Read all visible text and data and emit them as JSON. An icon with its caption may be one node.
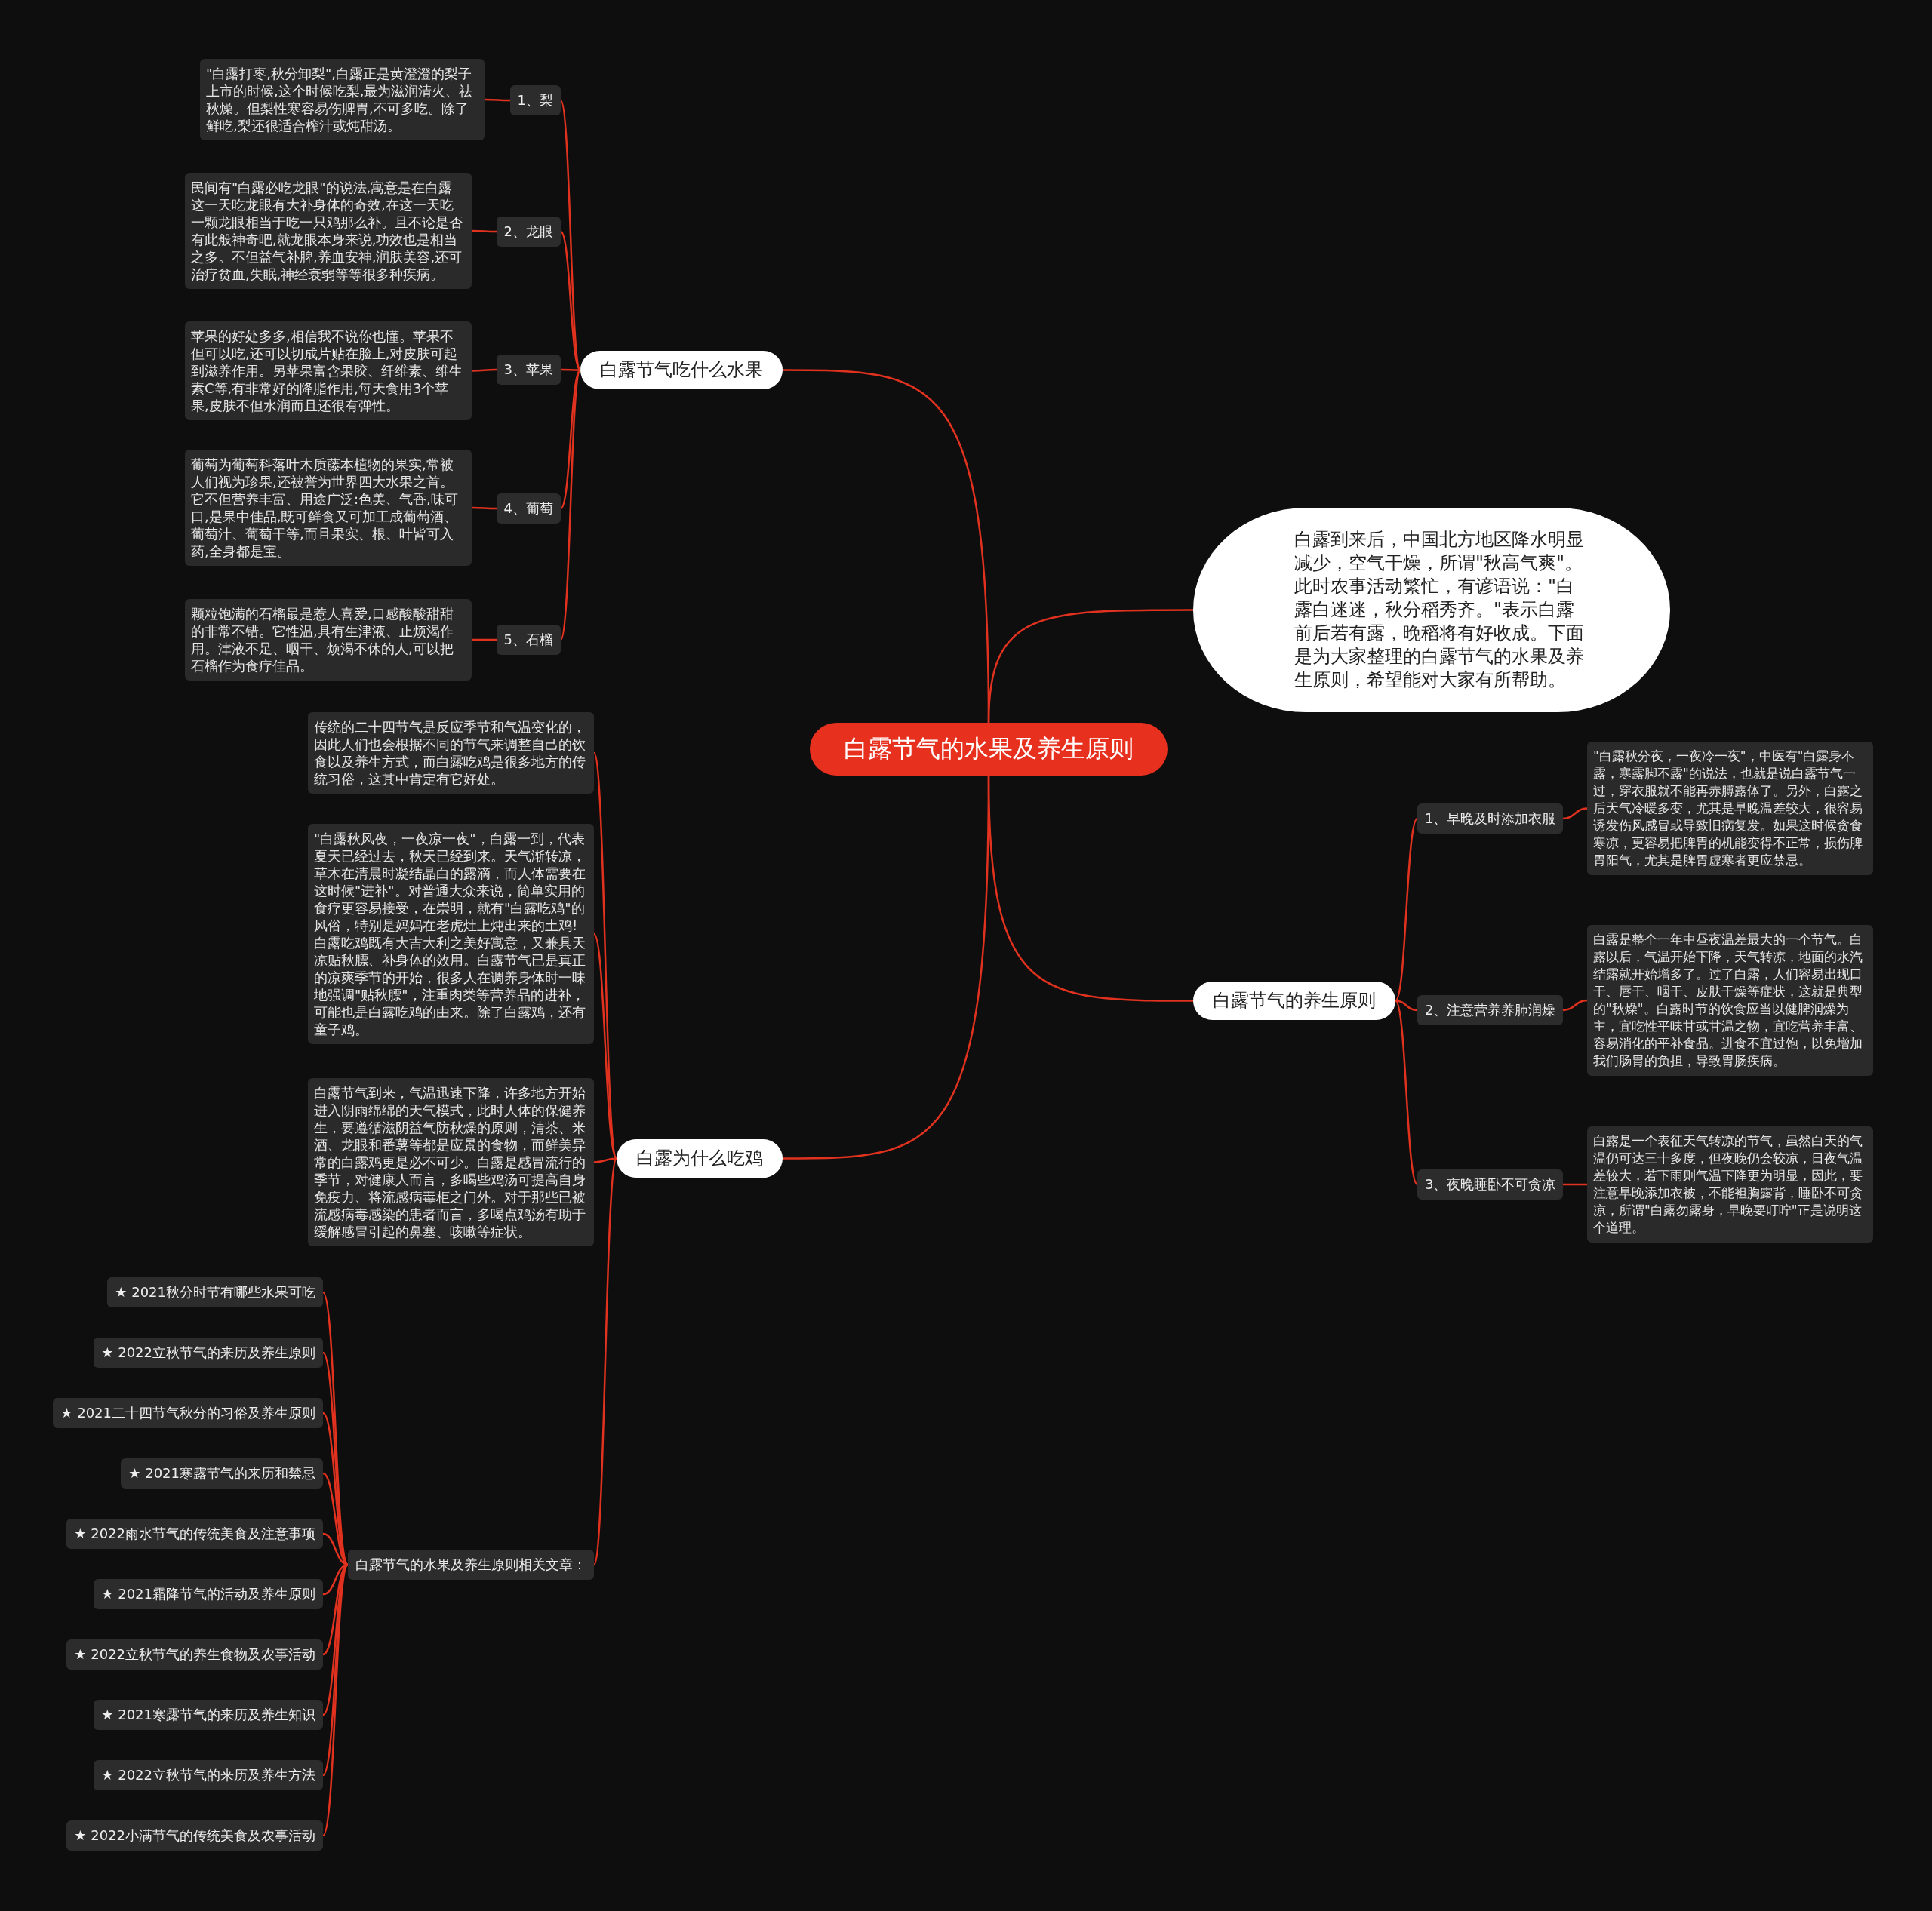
{
  "diagram": {
    "nodes": [
      {
        "text": [
          "白露节气的水果及养生原则"
        ]
      },
      {
        "text": [
          "白露到来后，中国北方地区降水明显减少，空气干燥，所谓\"秋高气爽\"。此时农事活动繁忙，有谚语说：\"白露白迷迷，秋分稻秀齐。\"表示白露前后若有露，晚稻将有好收成。下面是为大家整理的白露节气的水果及养生原则，希望能对大家有所帮助。"
        ]
      },
      {
        "text": [
          "白露节气吃什么水果"
        ]
      },
      {
        "text": [
          "1、梨"
        ]
      },
      {
        "text": [
          "\"白露打枣,秋分卸梨\",白露正是黄澄澄的梨子上市的时候,这个时候吃梨,最为滋润清火、祛秋燥。但梨性寒容易伤脾胃,不可多吃。除了鲜吃,梨还很适合榨汁或炖甜汤。"
        ]
      },
      {
        "text": [
          "2、龙眼"
        ]
      },
      {
        "text": [
          "民间有\"白露必吃龙眼\"的说法,寓意是在白露这一天吃龙眼有大补身体的奇效,在这一天吃一颗龙眼相当于吃一只鸡那么补。且不论是否有此般神奇吧,就龙眼本身来说,功效也是相当之多。不但益气补脾,养血安神,润肤美容,还可治疗贫血,失眠,神经衰弱等等很多种疾病。"
        ]
      },
      {
        "text": [
          "3、苹果"
        ]
      },
      {
        "text": [
          "苹果的好处多多,相信我不说你也懂。苹果不但可以吃,还可以切成片贴在脸上,对皮肤可起到滋养作用。另苹果富含果胶、纤维素、维生素C等,有非常好的降脂作用,每天食用3个苹果,皮肤不但水润而且还很有弹性。"
        ]
      },
      {
        "text": [
          "4、葡萄"
        ]
      },
      {
        "text": [
          "葡萄为葡萄科落叶木质藤本植物的果实,常被人们视为珍果,还被誉为世界四大水果之首。它不但营养丰富、用途广泛:色美、气香,味可口,是果中佳品,既可鲜食又可加工成葡萄酒、葡萄汁、葡萄干等,而且果实、根、叶皆可入药,全身都是宝。"
        ]
      },
      {
        "text": [
          "5、石榴"
        ]
      },
      {
        "text": [
          "颗粒饱满的石榴最是惹人喜爱,口感酸酸甜甜的非常不错。它性温,具有生津液、止烦渴作用。津液不足、咽干、烦渴不休的人,可以把石榴作为食疗佳品。"
        ]
      },
      {
        "text": [
          "白露为什么吃鸡"
        ]
      },
      {
        "text": [
          "传统的二十四节气是反应季节和气温变化的，因此人们也会根据不同的节气来调整自己的饮食以及养生方式，而白露吃鸡是很多地方的传统习俗，这其中肯定有它好处。"
        ]
      },
      {
        "text": [
          "\"白露秋风夜，一夜凉一夜\"，白露一到，代表夏天已经过去，秋天已经到来。天气渐转凉，草木在清晨时凝结晶白的露滴，而人体需要在这时候\"进补\"。对普通大众来说，简单实用的食疗更容易接受，在崇明，就有\"白露吃鸡\"的风俗，特别是妈妈在老虎灶上炖出来的土鸡!白露吃鸡既有大吉大利之美好寓意，又兼具天凉贴秋膘、补身体的效用。白露节气已是真正的凉爽季节的开始，很多人在调养身体时一味地强调\"贴秋膘\"，注重肉类等营养品的进补，可能也是白露吃鸡的由来。除了白露鸡，还有童子鸡。"
        ]
      },
      {
        "text": [
          "白露节气到来，气温迅速下降，许多地方开始进入阴雨绵绵的天气模式，此时人体的保健养生，要遵循滋阴益气防秋燥的原则，清茶、米酒、龙眼和番薯等都是应景的食物，而鲜美异常的白露鸡更是必不可少。白露是感冒流行的季节，对健康人而言，多喝些鸡汤可提高自身免疫力、将流感病毒柜之门外。对于那些已被流感病毒感染的患者而言，多喝点鸡汤有助于缓解感冒引起的鼻塞、咳嗽等症状。"
        ]
      },
      {
        "text": [
          "白露节气的水果及养生原则相关文章："
        ]
      },
      {
        "text": [
          "★ 2021秋分时节有哪些水果可吃"
        ]
      },
      {
        "text": [
          "★ 2022立秋节气的来历及养生原则"
        ]
      },
      {
        "text": [
          "★ 2021二十四节气秋分的习俗及养生原则"
        ]
      },
      {
        "text": [
          "★ 2021寒露节气的来历和禁忌"
        ]
      },
      {
        "text": [
          "★ 2022雨水节气的传统美食及注意事项"
        ]
      },
      {
        "text": [
          "★ 2021霜降节气的活动及养生原则"
        ]
      },
      {
        "text": [
          "★ 2022立秋节气的养生食物及农事活动"
        ]
      },
      {
        "text": [
          "★ 2021寒露节气的来历及养生知识"
        ]
      },
      {
        "text": [
          "★ 2022立秋节气的来历及养生方法"
        ]
      },
      {
        "text": [
          "★ 2022小满节气的传统美食及农事活动"
        ]
      },
      {
        "text": [
          "白露节气的养生原则"
        ]
      },
      {
        "text": [
          "1、早晚及时添加衣服"
        ]
      },
      {
        "text": [
          "\"白露秋分夜，一夜冷一夜\"，中医有\"白露身不露，寒露脚不露\"的说法，也就是说白露节气一过，穿衣服就不能再赤膊露体了。另外，白露之后天气冷暖多变，尤其是早晚温差较大，很容易诱发伤风感冒或导致旧病复发。如果这时候贪食寒凉，更容易把脾胃的机能变得不正常，损伤脾胃阳气，尤其是脾胃虚寒者更应禁忌。"
        ]
      },
      {
        "text": [
          "2、注意营养养肺润燥"
        ]
      },
      {
        "text": [
          "白露是整个一年中昼夜温差最大的一个节气。白露以后，气温开始下降，天气转凉，地面的水汽结露就开始增多了。过了白露，人们容易出现口干、唇干、咽干、皮肤干燥等症状，这就是典型的\"秋燥\"。白露时节的饮食应当以健脾润燥为主，宜吃性平味甘或甘温之物，宜吃营养丰富、容易消化的平补食品。进食不宜过饱，以免增加我们肠胃的负担，导致胃肠疾病。"
        ]
      },
      {
        "text": [
          "3、夜晚睡卧不可贪凉"
        ]
      },
      {
        "text": [
          "白露是一个表征天气转凉的节气，虽然白天的气温仍可达三十多度，但夜晚仍会较凉，日夜气温差较大，若下雨则气温下降更为明显，因此，要注意早晚添加衣被，不能袒胸露背，睡卧不可贪凉，所谓\"白露勿露身，早晚要叮咛\"正是说明这个道理。"
        ]
      }
    ],
    "edges": [
      {
        "from": 0,
        "to": 1,
        "arrow": "none"
      },
      {
        "from": 0,
        "to": 2,
        "arrow": "none"
      },
      {
        "from": 2,
        "to": 3,
        "arrow": "none"
      },
      {
        "from": 3,
        "to": 4,
        "arrow": "none"
      },
      {
        "from": 2,
        "to": 5,
        "arrow": "none"
      },
      {
        "from": 5,
        "to": 6,
        "arrow": "none"
      },
      {
        "from": 2,
        "to": 7,
        "arrow": "none"
      },
      {
        "from": 7,
        "to": 8,
        "arrow": "none"
      },
      {
        "from": 2,
        "to": 9,
        "arrow": "none"
      },
      {
        "from": 9,
        "to": 10,
        "arrow": "none"
      },
      {
        "from": 2,
        "to": 11,
        "arrow": "none"
      },
      {
        "from": 11,
        "to": 12,
        "arrow": "none"
      },
      {
        "from": 0,
        "to": 13,
        "arrow": "none"
      },
      {
        "from": 13,
        "to": 14,
        "arrow": "none"
      },
      {
        "from": 13,
        "to": 15,
        "arrow": "none"
      },
      {
        "from": 13,
        "to": 16,
        "arrow": "none"
      },
      {
        "from": 13,
        "to": 17,
        "arrow": "none"
      },
      {
        "from": 17,
        "to": 18,
        "arrow": "none"
      },
      {
        "from": 17,
        "to": 19,
        "arrow": "none"
      },
      {
        "from": 17,
        "to": 20,
        "arrow": "none"
      },
      {
        "from": 17,
        "to": 21,
        "arrow": "none"
      },
      {
        "from": 17,
        "to": 22,
        "arrow": "none"
      },
      {
        "from": 17,
        "to": 23,
        "arrow": "none"
      },
      {
        "from": 17,
        "to": 24,
        "arrow": "none"
      },
      {
        "from": 17,
        "to": 25,
        "arrow": "none"
      },
      {
        "from": 17,
        "to": 26,
        "arrow": "none"
      },
      {
        "from": 17,
        "to": 27,
        "arrow": "none"
      },
      {
        "from": 0,
        "to": 28,
        "arrow": "none"
      },
      {
        "from": 28,
        "to": 29,
        "arrow": "none"
      },
      {
        "from": 29,
        "to": 30,
        "arrow": "none"
      },
      {
        "from": 28,
        "to": 31,
        "arrow": "none"
      },
      {
        "from": 31,
        "to": 32,
        "arrow": "none"
      },
      {
        "from": 28,
        "to": 33,
        "arrow": "none"
      },
      {
        "from": 33,
        "to": 34,
        "arrow": "none"
      }
    ]
  }
}
